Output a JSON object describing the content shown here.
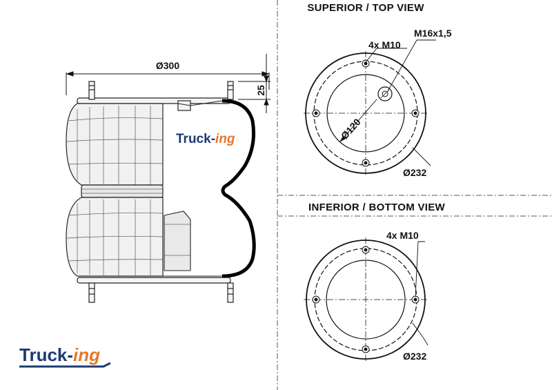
{
  "views": {
    "top_title": "SUPERIOR / TOP VIEW",
    "bottom_title": "INFERIOR / BOTTOM VIEW"
  },
  "side_view": {
    "dim_diameter": "Ø300",
    "dim_height": "25"
  },
  "top_view": {
    "thread_label": "M16x1,5",
    "bolts_label": "4x M10",
    "pcd_label": "Ø120",
    "outer_label": "Ø232"
  },
  "bottom_view": {
    "bolts_label": "4x M10",
    "outer_label": "Ø232"
  },
  "branding": {
    "drawing_logo_main": "Truck-",
    "drawing_logo_script": "ing",
    "logo_main": "Truck-",
    "logo_script": "ing",
    "color_dark": "#1d3a72",
    "color_orange": "#e7772b"
  }
}
